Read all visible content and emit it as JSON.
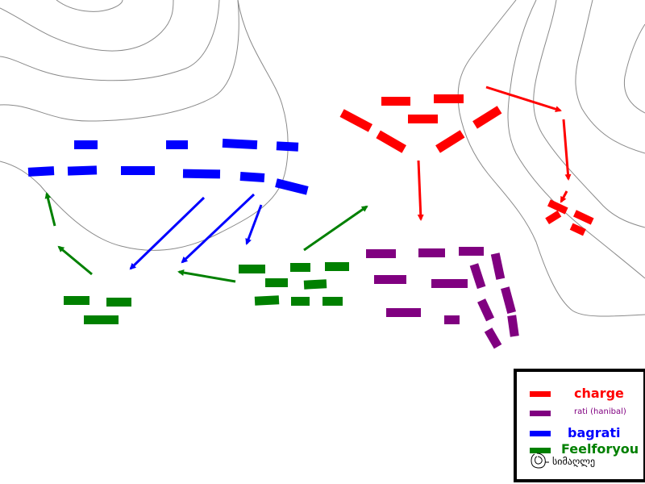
{
  "map": {
    "background": "#ffffff",
    "contour_color": "#8a8a8a"
  },
  "factions": [
    {
      "key": "charge",
      "name": "charge",
      "color": "#ff0000"
    },
    {
      "key": "rati",
      "name": "rati (hanibal)",
      "color": "#800080"
    },
    {
      "key": "bagrati",
      "name": "bagrati",
      "color": "#0000ff"
    },
    {
      "key": "feelforyou",
      "name": "Feelforyou",
      "color": "#008000"
    }
  ],
  "legend": {
    "contour_label": "სიმაღლე",
    "contour_icon": "contour-line-icon"
  }
}
